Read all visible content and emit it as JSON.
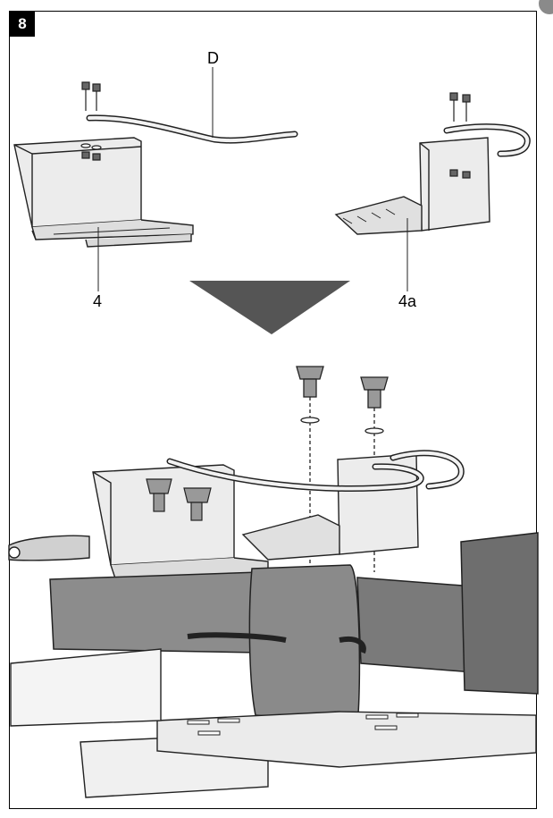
{
  "figure": {
    "number": "8"
  },
  "callouts": {
    "cable": "D",
    "bracket_left": "4",
    "bracket_right": "4a"
  },
  "colors": {
    "line": "#222222",
    "bracket_light": "#e6e6e6",
    "metal_gray": "#8c8c8c",
    "metal_dark": "#6e6e6e",
    "arrow_gray": "#555555"
  }
}
